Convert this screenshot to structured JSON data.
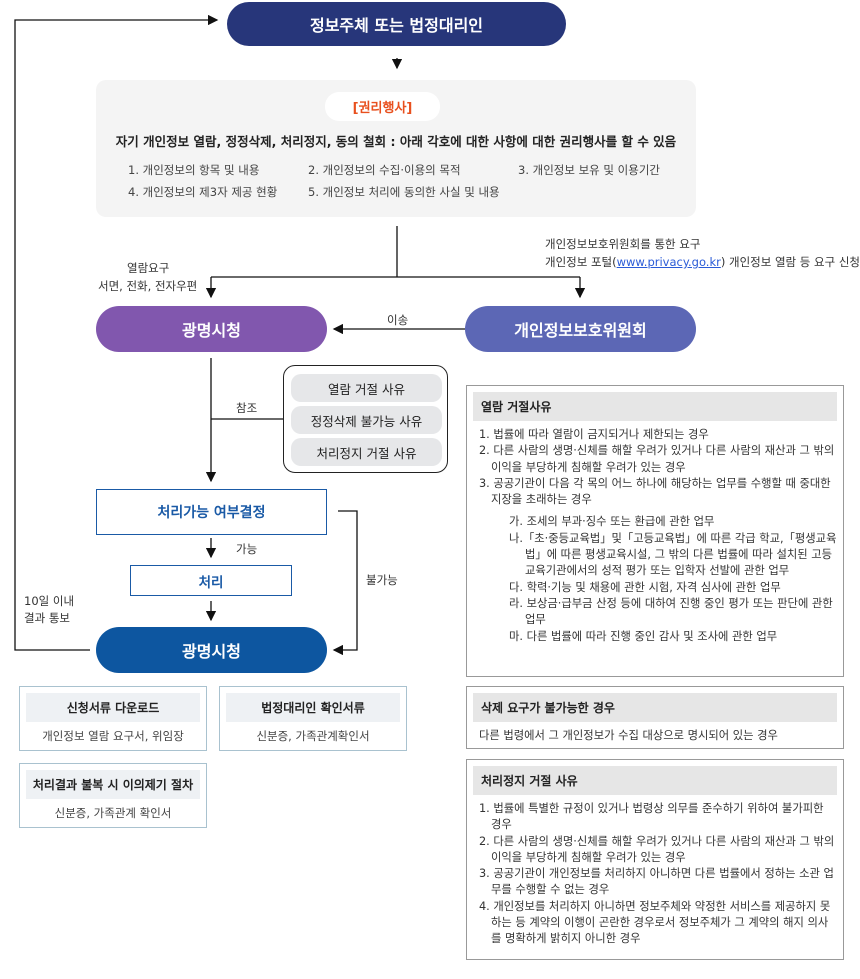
{
  "top_node": {
    "label": "정보주체 또는 법정대리인",
    "color": "#27367a"
  },
  "rights": {
    "tag": "[권리행사]",
    "tag_color": "#e8501e",
    "summary": "자기 개인정보 열람, 정정삭제, 처리정지, 동의 철회 : 아래 각호에 대한 사항에 대한 권리행사를 할 수 있음",
    "items": [
      "1. 개인정보의 항목 및 내용",
      "2. 개인정보의 수집·이용의 목적",
      "3. 개인정보 보유 및 이용기간",
      "4. 개인정보의 제3자 제공 현황",
      "5. 개인정보 처리에 동의한 사실 및 내용"
    ]
  },
  "left_request": {
    "line1": "열람요구",
    "line2": "서면, 전화, 전자우편"
  },
  "right_request": {
    "line1": "개인정보보호위원회를 통한 요구",
    "line2_pre": "개인정보 포털(",
    "link": "www.privacy.go.kr",
    "line2_post": ") 개인정보 열람 등 요구 신청"
  },
  "city_node": {
    "label": "광명시청",
    "color": "#8157ae"
  },
  "committee_node": {
    "label": "개인정보보호위원회",
    "color": "#5c67b5"
  },
  "transfer_label": "이송",
  "reference_label": "참조",
  "reference_items": [
    "열람 거절 사유",
    "정정삭제 불가능 사유",
    "처리정지 거절 사유"
  ],
  "decision_node": {
    "label": "처리가능 여부결정",
    "color": "#1a5aa6"
  },
  "possible_label": "가능",
  "impossible_label": "불가능",
  "process_node": {
    "label": "처리"
  },
  "result_node": {
    "label": "광명시청",
    "color": "#0d56a0"
  },
  "notify_label": {
    "line1": "10일 이내",
    "line2": "결과 통보"
  },
  "documents": [
    {
      "title": "신청서류 다운로드",
      "body": "개인정보 열람 요구서, 위임장"
    },
    {
      "title": "법정대리인 확인서류",
      "body": "신분증, 가족관계확인서"
    },
    {
      "title": "처리결과 불복 시 이의제기 절차",
      "body": "신분증, 가족관계 확인서"
    }
  ],
  "reasons": [
    {
      "title": "열람 거절사유",
      "items": [
        {
          "t": "1. 법률에 따라 열람이 금지되거나 제한되는 경우"
        },
        {
          "t": "2. 다른 사람의 생명·신체를 해할 우려가 있거나 다른 사람의 재산과 그 밖의 이익을 부당하게 침해할 우려가 있는 경우"
        },
        {
          "t": "3. 공공기관이 다음 각 목의 어느 하나에 해당하는 업무를 수행할 때 중대한 지장을 초래하는 경우"
        },
        {
          "t": "가. 조세의 부과·징수 또는 환급에 관한 업무",
          "sub": true
        },
        {
          "t": "나.「초·중등교육법」및「고등교육법」에 따른 각급 학교,「평생교육법」에 따른 평생교육시설, 그 밖의 다른 법률에 따라 설치된 고등교육기관에서의 성적 평가 또는 입학자 선발에 관한 업무",
          "sub": true
        },
        {
          "t": "다. 학력·기능 및 채용에 관한 시험, 자격 심사에 관한 업무",
          "sub": true
        },
        {
          "t": "라. 보상금·급부금 산정 등에 대하여 진행 중인 평가 또는 판단에 관한 업무",
          "sub": true
        },
        {
          "t": "마. 다른 법률에 따라 진행 중인 감사 및 조사에 관한 업무",
          "sub": true
        }
      ]
    },
    {
      "title": "삭제 요구가 불가능한 경우",
      "items": [
        {
          "t": "다른 법령에서 그 개인정보가 수집 대상으로 명시되어 있는 경우"
        }
      ]
    },
    {
      "title": "처리정지 거절 사유",
      "items": [
        {
          "t": "1. 법률에 특별한 규정이 있거나 법령상 의무를 준수하기 위하여 불가피한 경우"
        },
        {
          "t": "2. 다른 사람의 생명·신체를 해할 우려가 있거나 다른 사람의 재산과 그 밖의 이익을 부당하게 침해할 우려가 있는 경우"
        },
        {
          "t": "3. 공공기관이 개인정보를 처리하지 아니하면 다른 법률에서 정하는 소관 업무를 수행할 수 없는 경우"
        },
        {
          "t": "4. 개인정보를 처리하지 아니하면 정보주체와 약정한 서비스를 제공하지 못하는 등 계약의 이행이 곤란한 경우로서 정보주체가  그 계약의 해지 의사를 명확하게 밝히지 아니한 경우"
        }
      ]
    }
  ]
}
